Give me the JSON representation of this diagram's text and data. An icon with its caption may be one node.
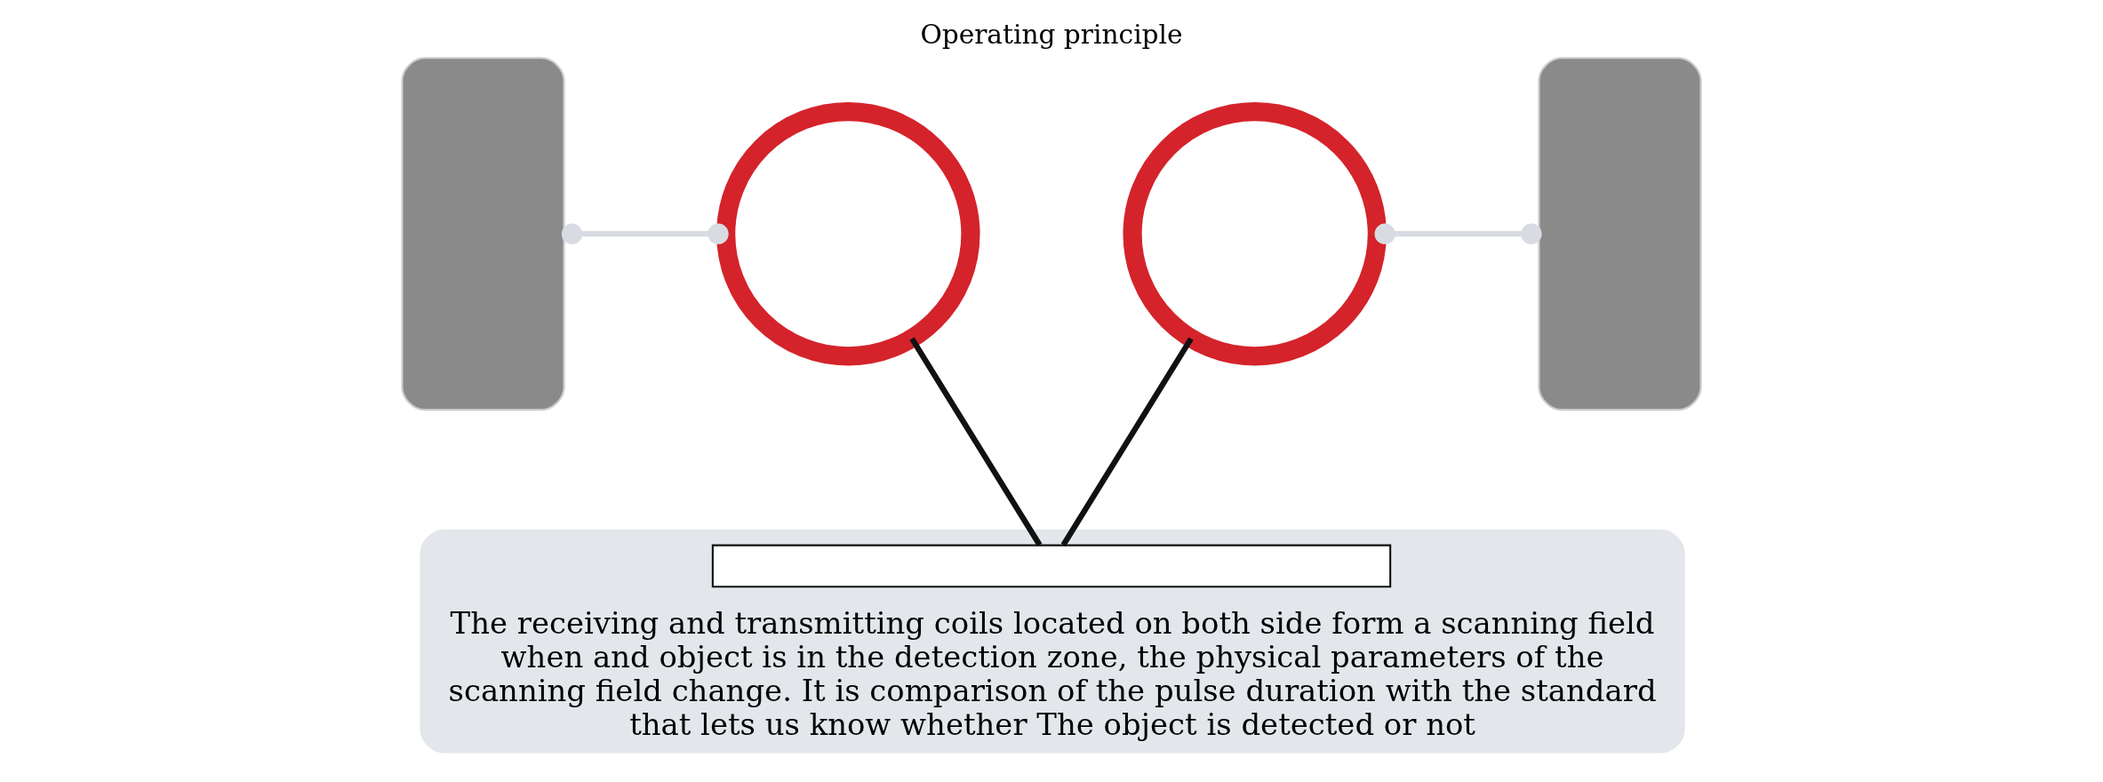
{
  "diagram": {
    "title": "Operating principle",
    "nodes": [
      {
        "text": [],
        "shape": "box"
      },
      {
        "text": [],
        "shape": "circle"
      },
      {
        "text": [],
        "shape": "circle"
      },
      {
        "text": [],
        "shape": "box"
      },
      {
        "text": [
          "The receiving and transmitting coils located on both side form a scanning field when and object is in the detection zone, the physical parameters of the scanning field change. It is comparison of the pulse duration with the standard that lets us know whether The object is detected or not"
        ]
      },
      {
        "text": [],
        "shape": "box",
        "in": 4
      }
    ],
    "edges": [
      {
        "from": 0,
        "to": 1,
        "arrow": "other"
      },
      {
        "from": 2,
        "to": 3,
        "arrow": "other"
      },
      {
        "from": 1,
        "to": 5,
        "arrow": "none",
        "color": "#111111"
      },
      {
        "from": 2,
        "to": 5,
        "arrow": "none",
        "color": "#111111"
      }
    ]
  }
}
